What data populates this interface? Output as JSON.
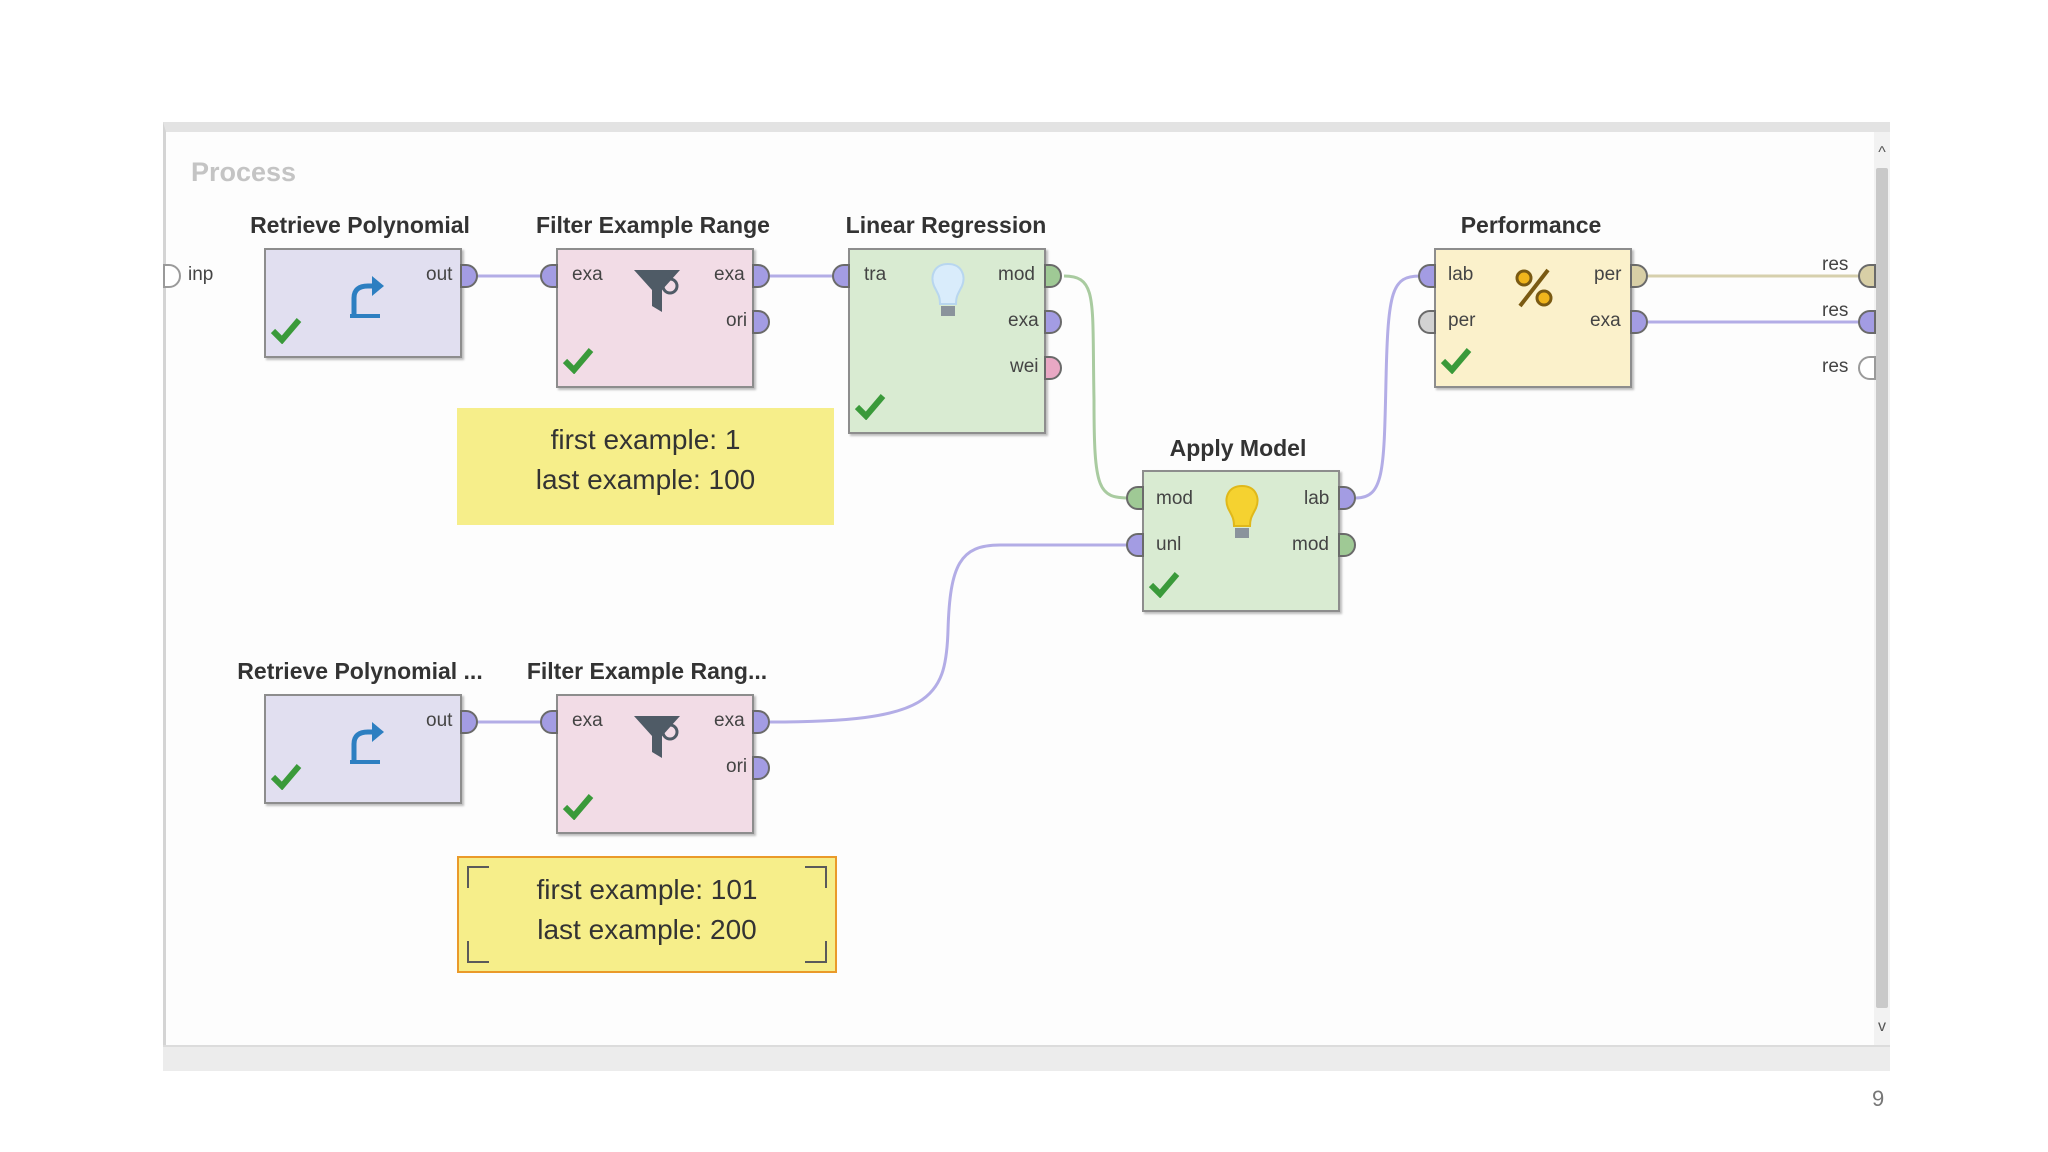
{
  "panel": {
    "title": "Process"
  },
  "process_ports": {
    "input": "inp",
    "results": [
      "res",
      "res",
      "res"
    ]
  },
  "operators": [
    {
      "name": "Retrieve Polynomial",
      "icon": "retrieve-arrow-icon",
      "ports_out": [
        "out"
      ]
    },
    {
      "name": "Filter Example Range",
      "icon": "funnel-icon",
      "ports_in": [
        "exa"
      ],
      "ports_out": [
        "exa",
        "ori"
      ]
    },
    {
      "name": "Linear Regression",
      "icon": "lightbulb-icon",
      "ports_in": [
        "tra"
      ],
      "ports_out": [
        "mod",
        "exa",
        "wei"
      ]
    },
    {
      "name": "Apply Model",
      "icon": "lightbulb-icon",
      "ports_in": [
        "mod",
        "unl"
      ],
      "ports_out": [
        "lab",
        "mod"
      ]
    },
    {
      "name": "Performance",
      "icon": "percent-icon",
      "ports_in": [
        "lab",
        "per"
      ],
      "ports_out": [
        "per",
        "exa"
      ]
    },
    {
      "name": "Retrieve Polynomial ...",
      "icon": "retrieve-arrow-icon",
      "ports_out": [
        "out"
      ]
    },
    {
      "name": "Filter Example Rang...",
      "icon": "funnel-icon",
      "ports_in": [
        "exa"
      ],
      "ports_out": [
        "exa",
        "ori"
      ]
    }
  ],
  "notes": [
    {
      "line1": "first example: 1",
      "line2": "last example: 100"
    },
    {
      "line1": "first example: 101",
      "line2": "last example: 200"
    }
  ],
  "page_number": "9",
  "colors": {
    "wire_purple": "#b3ade6",
    "wire_green": "#a9cba0",
    "wire_tan": "#d6d0ad",
    "note_yellow": "#f6ee8a",
    "check_green": "#3a9a3a",
    "selection_orange": "#ea9a2a"
  }
}
